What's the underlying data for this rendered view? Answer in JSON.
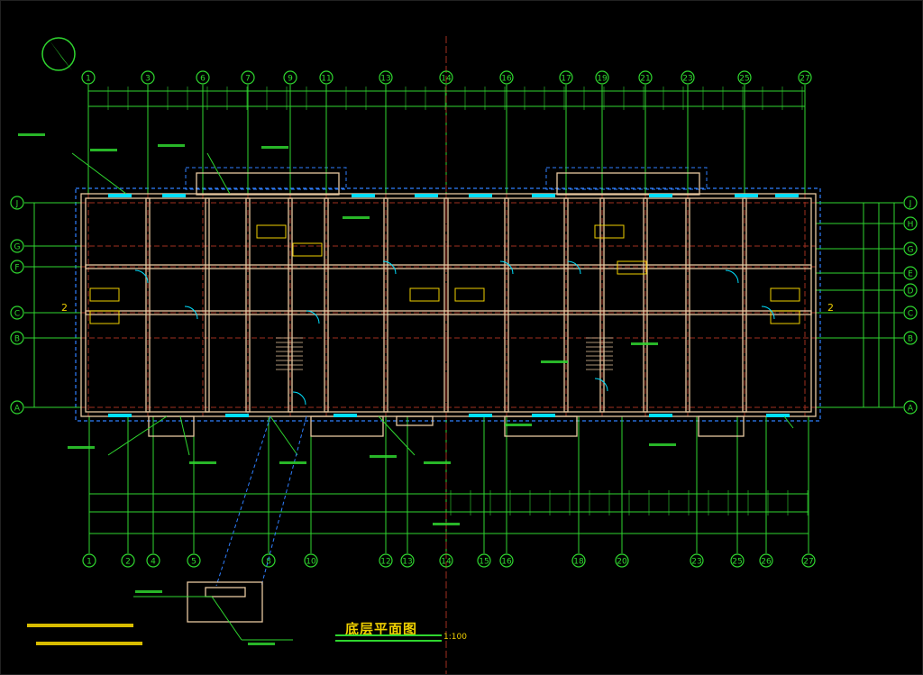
{
  "drawing": {
    "title": "底层平面图",
    "scale": "1:100",
    "colors": {
      "background": "#000000",
      "axis": "#2fd62f",
      "wall": "#e8c8a0",
      "axis_line": "#a03020",
      "outline_dashed": "#2f7fff",
      "window": "#00e0ff",
      "text": "#f0d000"
    },
    "icons": [
      "north-arrow-icon"
    ],
    "top_axes": [
      "1",
      "3",
      "6",
      "7",
      "9",
      "11",
      "13",
      "14",
      "16",
      "17",
      "19",
      "21",
      "23",
      "25",
      "27"
    ],
    "bottom_axes": [
      "1",
      "2",
      "4",
      "5",
      "8",
      "10",
      "12",
      "13",
      "14",
      "15",
      "16",
      "18",
      "20",
      "23",
      "25",
      "26",
      "27"
    ],
    "left_axes": [
      "J",
      "G",
      "F",
      "C",
      "B",
      "A"
    ],
    "right_axes": [
      "J",
      "H",
      "G",
      "E",
      "D",
      "C",
      "B",
      "A"
    ],
    "section_marks": [
      "2",
      "2"
    ]
  }
}
